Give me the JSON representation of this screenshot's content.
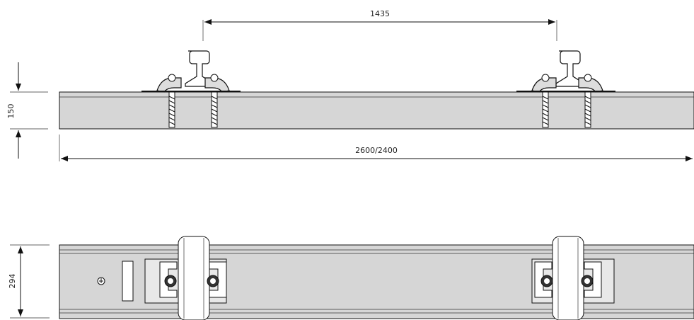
{
  "dimensions": {
    "gauge": "1435",
    "sleeper_length": "2600/2400",
    "sleeper_height": "150",
    "sleeper_width": "294"
  },
  "colors": {
    "sleeper_fill": "#d6d6d6",
    "line": "#111111",
    "background": "#ffffff"
  },
  "icons": [
    "rail-icon",
    "screw-icon",
    "fastening-clip-icon",
    "marker-symbol-icon"
  ]
}
